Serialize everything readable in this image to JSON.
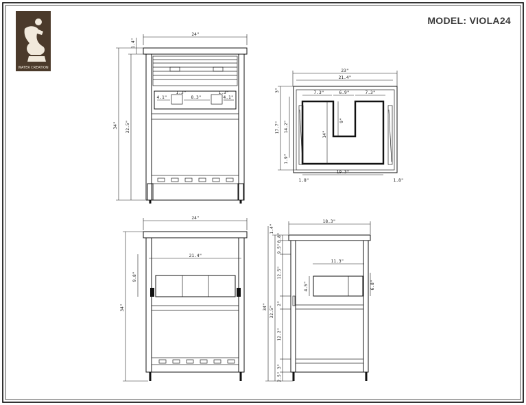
{
  "title": "MODEL: VIOLA24",
  "logo": {
    "text": "WATER CREATION",
    "icon": "seated-figure-logo-icon",
    "color": "#4b3a2b"
  },
  "views": {
    "front": {
      "width": "24\"",
      "height": "34\"",
      "height_to_top": "32.5\"",
      "top_thickness": "1.4\"",
      "drawer_left_gap": "4.1\"",
      "drawer_center_gap": "8.3\"",
      "drawer_right_gap": "4.1\"",
      "drawer_pull_left": "1.3\"",
      "drawer_pull_right": "1.3\""
    },
    "top_plan": {
      "width_outer": "23\"",
      "width_inner": "21.4\"",
      "top_gap": "3\"",
      "left": "7.3\"",
      "center": "6.9\"",
      "right": "7.3\"",
      "depth_outer": "17.7\"",
      "depth_inner": "14.2\"",
      "notch": "9\"",
      "cut_depth": "14\"",
      "base": "1.9\"",
      "floor": "19.3\"",
      "left_offset": "1.8\"",
      "right_offset": "1.8\""
    },
    "back": {
      "width": "24\"",
      "height": "34\"",
      "inner_width": "21.4\"",
      "shelf_height": "9.8\""
    },
    "side": {
      "depth": "18.3\"",
      "height": "34\"",
      "height_to_top": "32.5\"",
      "top": "1.4\"",
      "top2": "0.8\"",
      "seg_a": "9.5\"",
      "seg_b": "12.5\"",
      "seg_c": "2\"",
      "seg_d": "12.2\"",
      "seg_e": "3\"",
      "seg_f": "2.5\"",
      "cutout_width": "11.3\"",
      "cutout_left": "4.5\"",
      "cutout_right": "6.8\""
    }
  }
}
